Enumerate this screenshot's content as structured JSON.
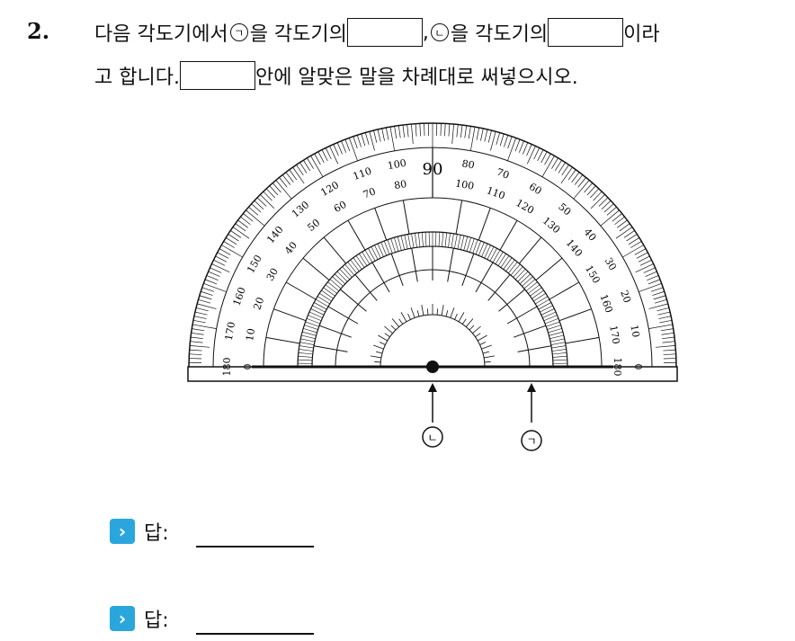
{
  "question": {
    "number": "2.",
    "line1_part1": "다음 각도기에서 ",
    "line1_mark_a": "ㄱ",
    "line1_part2": "을 각도기의 ",
    "line1_part3": ", ",
    "line1_mark_b": "ㄴ",
    "line1_part4": "을 각도기의 ",
    "line1_part5": "이라",
    "line2_part1": "고 합니다. ",
    "line2_part2": "안에 알맞은 말을 차례대로 써넣으시오."
  },
  "protractor": {
    "center_marker": "ㄴ",
    "baseline_marker": "ㄱ",
    "outer_scale_labels": [
      "180",
      "170",
      "160",
      "150",
      "140",
      "130",
      "120",
      "110",
      "100",
      "90",
      "80",
      "70",
      "60",
      "50",
      "40",
      "30",
      "20",
      "10",
      "0"
    ],
    "inner_scale_labels": [
      "0",
      "10",
      "20",
      "30",
      "40",
      "50",
      "60",
      "70",
      "80",
      "100",
      "110",
      "120",
      "130",
      "140",
      "150",
      "160",
      "170",
      "180"
    ]
  },
  "answers": [
    {
      "label": "답:",
      "icon": "chevron-right-icon"
    },
    {
      "label": "답:",
      "icon": "chevron-right-icon"
    }
  ],
  "colors": {
    "answer_icon": "#2aa6dd"
  }
}
